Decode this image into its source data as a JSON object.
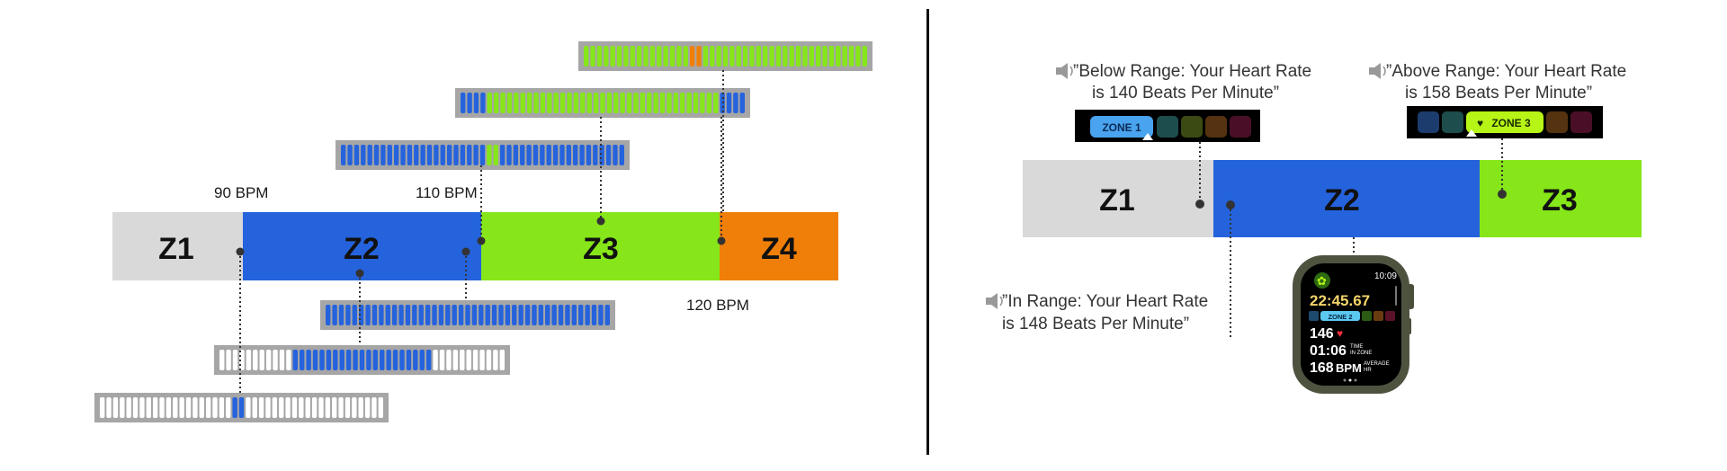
{
  "left_panel": {
    "zones": [
      {
        "label": "Z1",
        "color": "#d9d9d9"
      },
      {
        "label": "Z2",
        "color": "#2563dd"
      },
      {
        "label": "Z3",
        "color": "#86e619"
      },
      {
        "label": "Z4",
        "color": "#f07f09"
      }
    ],
    "bpm_markers": [
      "90 BPM",
      "110 BPM",
      "120 BPM"
    ]
  },
  "right_panel": {
    "zones": [
      {
        "label": "Z1",
        "color": "#d9d9d9"
      },
      {
        "label": "Z2",
        "color": "#2563dd"
      },
      {
        "label": "Z3",
        "color": "#86e619"
      }
    ],
    "callouts": {
      "below_range": {
        "line1": "”Below Range: Your Heart Rate",
        "line2": "is 140 Beats Per Minute”"
      },
      "above_range": {
        "line1": "”Above Range: Your Heart Rate",
        "line2": "is 158 Beats Per Minute”"
      },
      "in_range": {
        "line1": "”In Range: Your Heart Rate",
        "line2": "is 148 Beats Per Minute”"
      }
    },
    "zone_pills": {
      "below": "ZONE 1",
      "above": "ZONE 3"
    },
    "watch": {
      "time": "10:09",
      "elapsed": "22:45.67",
      "zone_badge": "ZONE 2",
      "heart_rate": "146",
      "time_in_zone": "01:06",
      "time_in_zone_label_1": "TIME",
      "time_in_zone_label_2": "IN ZONE",
      "average_hr": "168",
      "average_hr_unit": "BPM",
      "average_hr_label_1": "AVERAGE",
      "average_hr_label_2": "HR"
    }
  }
}
